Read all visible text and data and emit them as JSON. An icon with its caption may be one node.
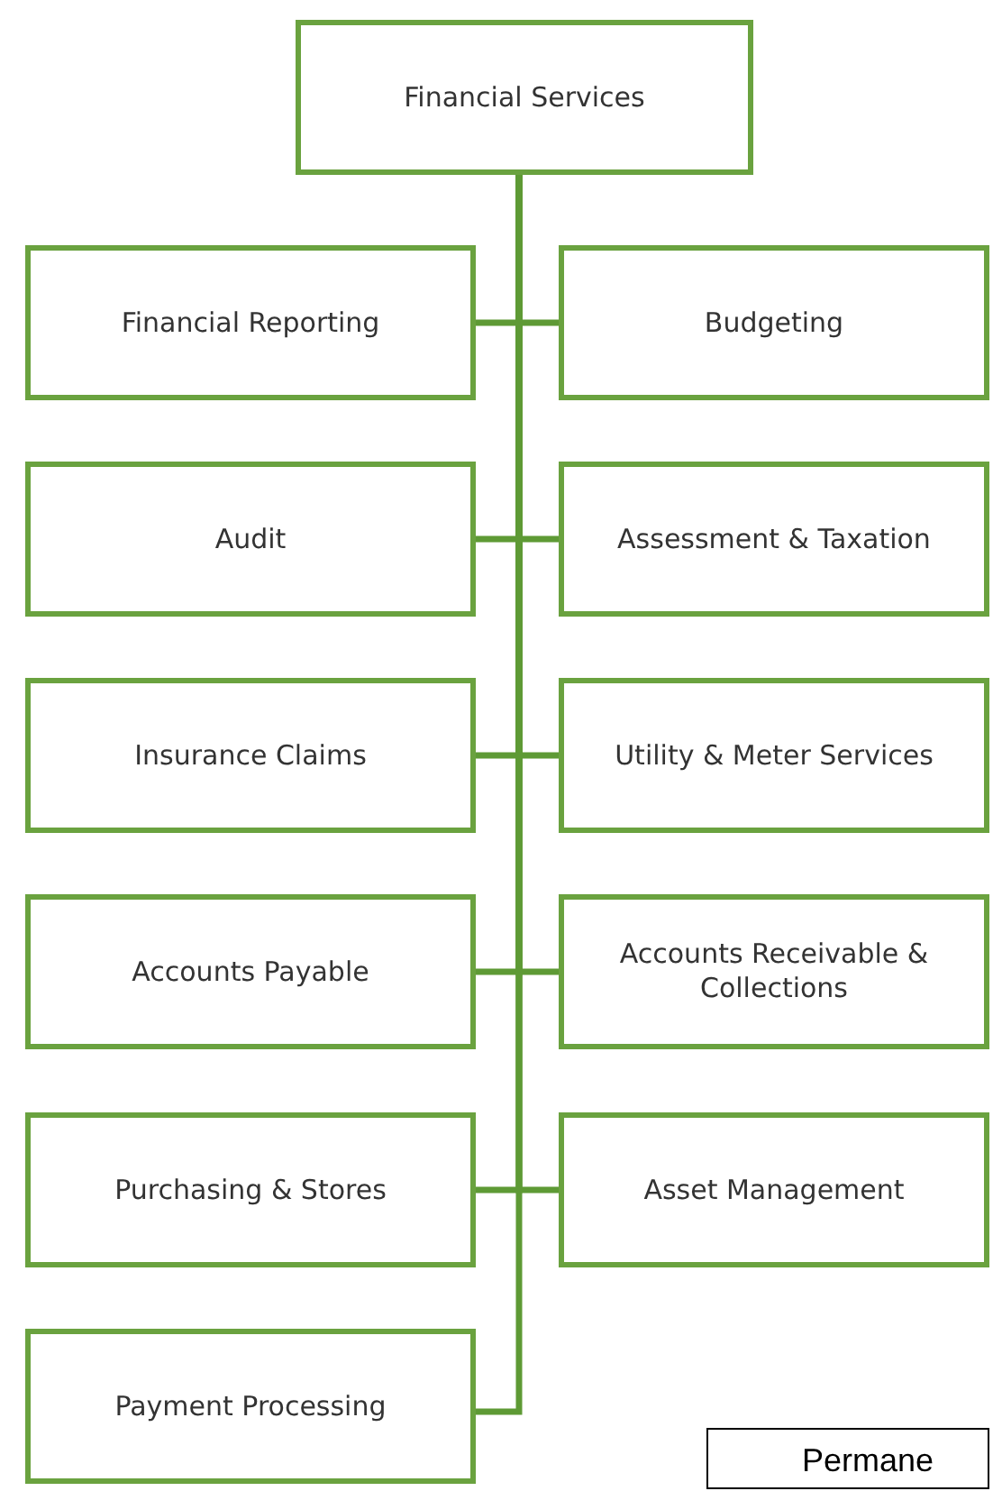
{
  "diagram": {
    "nodes": [
      {
        "text": [
          "Financial Services"
        ]
      },
      {
        "text": [
          "Financial Reporting"
        ]
      },
      {
        "text": [
          "Budgeting"
        ]
      },
      {
        "text": [
          "Audit"
        ]
      },
      {
        "text": [
          "Assessment & Taxation"
        ]
      },
      {
        "text": [
          "Insurance Claims"
        ]
      },
      {
        "text": [
          "Utility & Meter Services"
        ]
      },
      {
        "text": [
          "Accounts Payable"
        ]
      },
      {
        "text": [
          "Accounts Receivable & Collections"
        ]
      },
      {
        "text": [
          "Purchasing & Stores"
        ]
      },
      {
        "text": [
          "Asset Management"
        ]
      },
      {
        "text": [
          "Payment Processing"
        ]
      },
      {
        "text": [
          "Permane"
        ]
      }
    ],
    "edges": [
      {
        "from": 0,
        "to": 1,
        "arrow": "none"
      },
      {
        "from": 0,
        "to": 2,
        "arrow": "none"
      },
      {
        "from": 0,
        "to": 3,
        "arrow": "none"
      },
      {
        "from": 0,
        "to": 4,
        "arrow": "none"
      },
      {
        "from": 0,
        "to": 5,
        "arrow": "none"
      },
      {
        "from": 0,
        "to": 6,
        "arrow": "none"
      },
      {
        "from": 0,
        "to": 7,
        "arrow": "none"
      },
      {
        "from": 0,
        "to": 8,
        "arrow": "none"
      },
      {
        "from": 0,
        "to": 9,
        "arrow": "none"
      },
      {
        "from": 0,
        "to": 10,
        "arrow": "none"
      },
      {
        "from": 0,
        "to": 11,
        "arrow": "none"
      }
    ]
  }
}
